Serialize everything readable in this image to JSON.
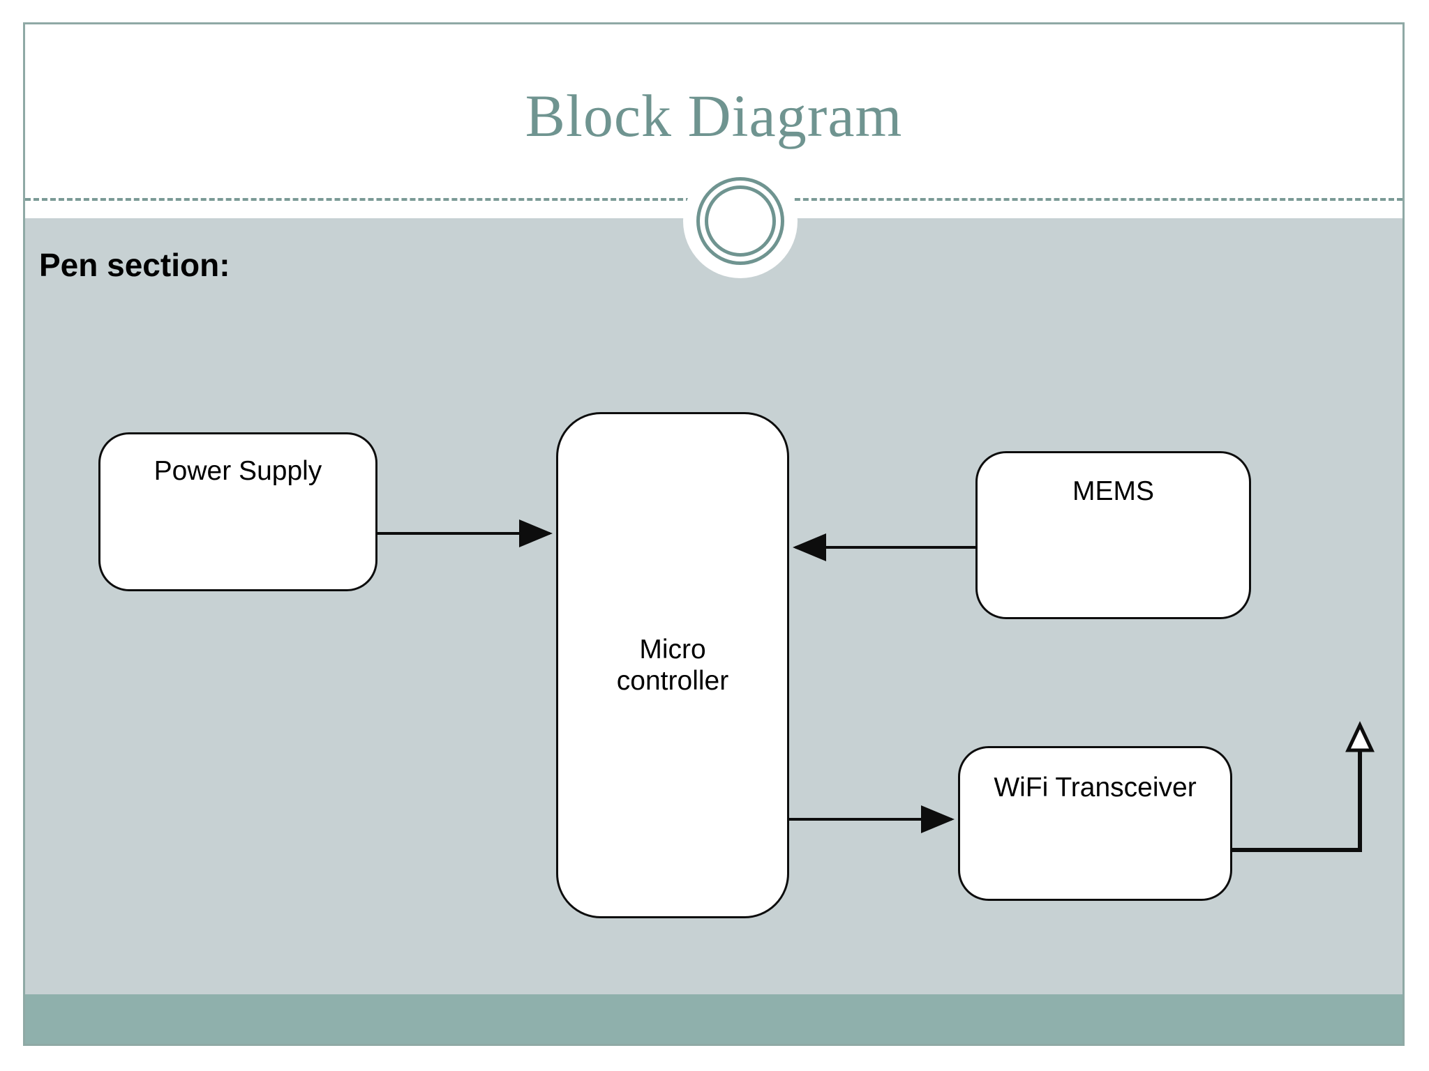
{
  "slide": {
    "title": "Block Diagram",
    "section_heading": "Pen section:",
    "theme": {
      "title_color": "#6f9490",
      "body_background": "#c7d1d3",
      "bottom_bar_color": "#8fb0ac",
      "border_color": "#8fa9a5",
      "node_fill": "#ffffff",
      "node_stroke": "#0d0d0d",
      "connector_color": "#0d0d0d"
    }
  },
  "diagram": {
    "type": "block-diagram",
    "nodes": [
      {
        "id": "power-supply",
        "label": "Power Supply"
      },
      {
        "id": "micro-controller",
        "label": "Micro\ncontroller",
        "line1": "Micro",
        "line2": "controller"
      },
      {
        "id": "mems",
        "label": "MEMS"
      },
      {
        "id": "wifi",
        "label": "WiFi Transceiver"
      },
      {
        "id": "antenna",
        "label": ""
      }
    ],
    "edges": [
      {
        "from": "power-supply",
        "to": "micro-controller",
        "direction": "right"
      },
      {
        "from": "mems",
        "to": "micro-controller",
        "direction": "left"
      },
      {
        "from": "micro-controller",
        "to": "wifi",
        "direction": "right"
      },
      {
        "from": "wifi",
        "to": "antenna",
        "direction": "up"
      }
    ]
  }
}
